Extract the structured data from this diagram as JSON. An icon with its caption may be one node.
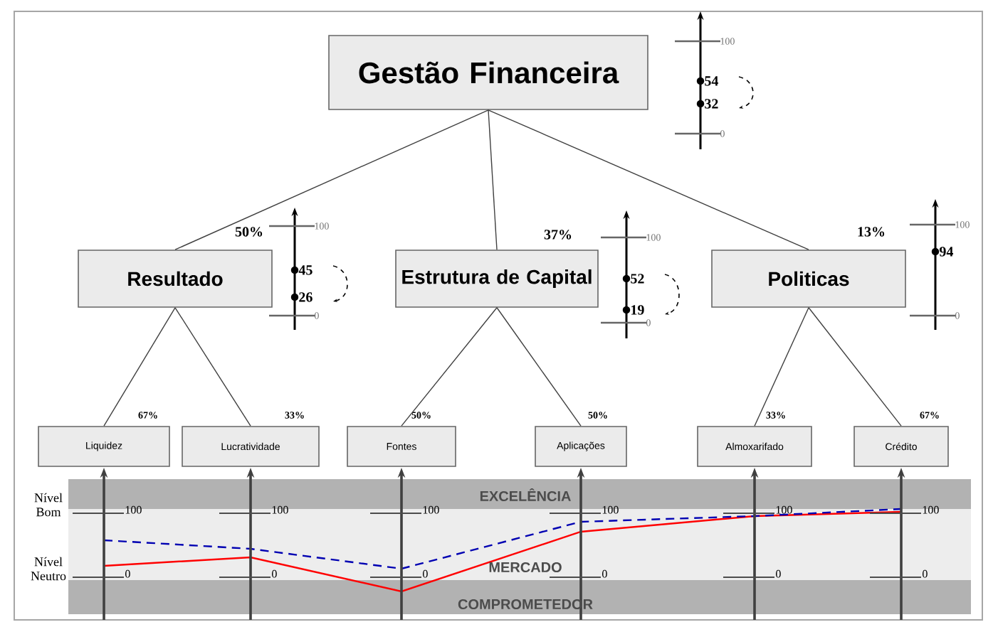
{
  "diagram": {
    "nodes": [
      {
        "text": [
          "Gestão Financeira"
        ]
      },
      {
        "text": [
          "Resultado"
        ],
        "beside": [
          "50%"
        ]
      },
      {
        "text": [
          "Estrutura de Capital"
        ],
        "beside": [
          "37%"
        ]
      },
      {
        "text": [
          "Politicas"
        ],
        "beside": [
          "13%"
        ]
      },
      {
        "text": [
          "Liquidez"
        ],
        "beside": [
          "67%"
        ]
      },
      {
        "text": [
          "Lucratividade"
        ],
        "beside": [
          "33%"
        ]
      },
      {
        "text": [
          "Fontes"
        ],
        "beside": [
          "50%"
        ]
      },
      {
        "text": [
          "Aplicações"
        ],
        "beside": [
          "50%"
        ]
      },
      {
        "text": [
          "Almoxarifado"
        ],
        "beside": [
          "33%"
        ]
      },
      {
        "text": [
          "Crédito"
        ],
        "beside": [
          "67%"
        ]
      }
    ],
    "edges": [
      {
        "from": 0,
        "to": 1,
        "arrow": "none"
      },
      {
        "from": 0,
        "to": 2,
        "arrow": "none"
      },
      {
        "from": 0,
        "to": 3,
        "arrow": "none"
      },
      {
        "from": 1,
        "to": 4,
        "arrow": "none"
      },
      {
        "from": 1,
        "to": 5,
        "arrow": "none"
      },
      {
        "from": 2,
        "to": 6,
        "arrow": "none"
      },
      {
        "from": 2,
        "to": 7,
        "arrow": "none"
      },
      {
        "from": 3,
        "to": 8,
        "arrow": "none"
      },
      {
        "from": 3,
        "to": 9,
        "arrow": "none"
      }
    ],
    "labels": [
      "100",
      "54",
      "32",
      "0",
      "100",
      "45",
      "26",
      "0",
      "100",
      "52",
      "19",
      "0",
      "100",
      "94",
      "0",
      "Nível Bom",
      "EXCELÊNCIA",
      "100",
      "100",
      "100",
      "100",
      "100",
      "100",
      "MERCADO",
      "Nível Neutro",
      "0",
      "0",
      "0",
      "0",
      "0",
      "0",
      "COMPROMETEDOR"
    ]
  }
}
